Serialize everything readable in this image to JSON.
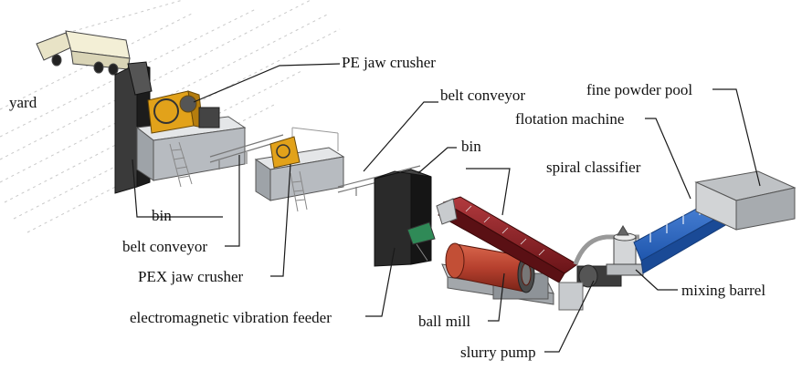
{
  "labels": {
    "yard": "yard",
    "pe_jaw_crusher": "PE jaw crusher",
    "bin_1": "bin",
    "belt_conveyor_1": "belt conveyor",
    "pex_jaw_crusher": "PEX jaw crusher",
    "belt_conveyor_2": "belt conveyor",
    "bin_2": "bin",
    "spiral_classifier": "spiral classifier",
    "flotation_machine": "flotation machine",
    "fine_powder_pool": "fine powder pool",
    "electromagnetic_vibration_feeder": "electromagnetic vibration feeder",
    "ball_mill": "ball mill",
    "slurry_pump": "slurry pump",
    "mixing_barrel": "mixing barrel"
  },
  "colors": {
    "crusher": "#e2a21a",
    "bin": "#2e2e2e",
    "classifier": "#8c1d22",
    "ball_mill": "#b6402e",
    "flotation": "#2f6fd1",
    "frame": "#c8cbce",
    "outline": "#2a2a2a"
  }
}
